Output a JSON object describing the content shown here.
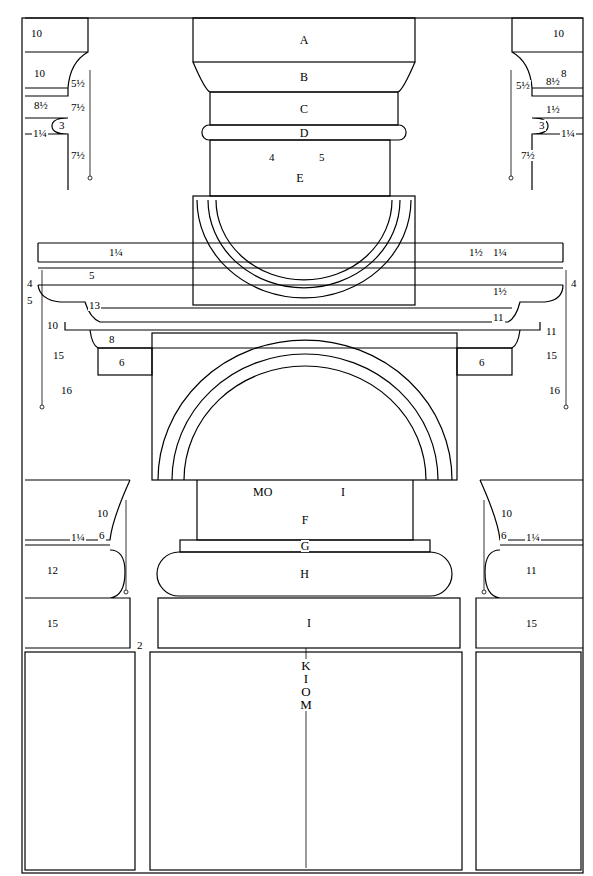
{
  "diagram": {
    "nodes": [
      {
        "text": [
          "A"
        ]
      },
      {
        "text": [
          "B"
        ]
      },
      {
        "text": [
          "C"
        ]
      },
      {
        "text": [
          "D"
        ]
      },
      {
        "text": [
          "E"
        ]
      },
      {
        "text": [
          "F"
        ]
      },
      {
        "text": [
          "G"
        ]
      },
      {
        "text": [
          "H"
        ]
      },
      {
        "text": [
          "I"
        ]
      },
      {
        "text": [
          "K I O M"
        ]
      }
    ],
    "labels": [
      "10",
      "10",
      "5½",
      "8½",
      "7½",
      "3",
      "1¼",
      "7½",
      "10",
      "8",
      "8½",
      "5½",
      "1½",
      "3",
      "1¼",
      "7½",
      "1¼",
      "4",
      "5",
      "5",
      "13",
      "10",
      "8",
      "6",
      "15",
      "16",
      "1½",
      "1¼",
      "4",
      "1½",
      "11",
      "11",
      "6",
      "15",
      "16",
      "4",
      "5",
      "MO",
      "I",
      "10",
      "6",
      "1¼",
      "12",
      "15",
      "2",
      "10",
      "6",
      "1¼",
      "11",
      "15"
    ]
  }
}
